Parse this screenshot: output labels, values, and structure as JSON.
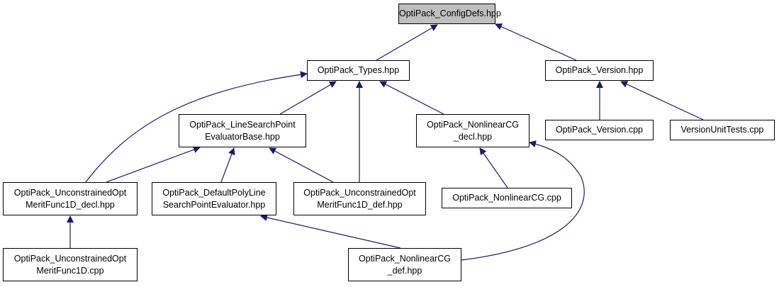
{
  "colors": {
    "edge": "#191970",
    "root_fill": "#bfbfbf",
    "node_fill": "#ffffff",
    "border": "#000000"
  },
  "nodes": [
    {
      "id": "configdefs",
      "lines": [
        "OptiPack_ConfigDefs.hpp"
      ],
      "root": true
    },
    {
      "id": "types",
      "lines": [
        "OptiPack_Types.hpp"
      ]
    },
    {
      "id": "version_hpp",
      "lines": [
        "OptiPack_Version.hpp"
      ]
    },
    {
      "id": "linesearch",
      "lines": [
        "OptiPack_LineSearchPoint",
        "EvaluatorBase.hpp"
      ]
    },
    {
      "id": "ncg_decl",
      "lines": [
        "OptiPack_NonlinearCG",
        "_decl.hpp"
      ]
    },
    {
      "id": "version_cpp",
      "lines": [
        "OptiPack_Version.cpp"
      ]
    },
    {
      "id": "versiontests",
      "lines": [
        "VersionUnitTests.cpp"
      ]
    },
    {
      "id": "uo_decl",
      "lines": [
        "OptiPack_UnconstrainedOpt",
        "MeritFunc1D_decl.hpp"
      ]
    },
    {
      "id": "defaultpoly",
      "lines": [
        "OptiPack_DefaultPolyLine",
        "SearchPointEvaluator.hpp"
      ]
    },
    {
      "id": "uo_def",
      "lines": [
        "OptiPack_UnconstrainedOpt",
        "MeritFunc1D_def.hpp"
      ]
    },
    {
      "id": "ncg_cpp",
      "lines": [
        "OptiPack_NonlinearCG.cpp"
      ]
    },
    {
      "id": "uo_cpp",
      "lines": [
        "OptiPack_UnconstrainedOpt",
        "MeritFunc1D.cpp"
      ]
    },
    {
      "id": "ncg_def",
      "lines": [
        "OptiPack_NonlinearCG",
        "_def.hpp"
      ]
    }
  ],
  "edges": [
    {
      "from": "types",
      "to": "configdefs"
    },
    {
      "from": "version_hpp",
      "to": "configdefs"
    },
    {
      "from": "linesearch",
      "to": "types"
    },
    {
      "from": "ncg_decl",
      "to": "types"
    },
    {
      "from": "uo_decl",
      "to": "types"
    },
    {
      "from": "uo_def",
      "to": "types"
    },
    {
      "from": "version_cpp",
      "to": "version_hpp"
    },
    {
      "from": "versiontests",
      "to": "version_hpp"
    },
    {
      "from": "uo_decl",
      "to": "linesearch"
    },
    {
      "from": "defaultpoly",
      "to": "linesearch"
    },
    {
      "from": "uo_def",
      "to": "linesearch"
    },
    {
      "from": "ncg_cpp",
      "to": "ncg_decl"
    },
    {
      "from": "ncg_def",
      "to": "ncg_decl"
    },
    {
      "from": "uo_cpp",
      "to": "uo_decl"
    },
    {
      "from": "ncg_def",
      "to": "defaultpoly"
    }
  ]
}
